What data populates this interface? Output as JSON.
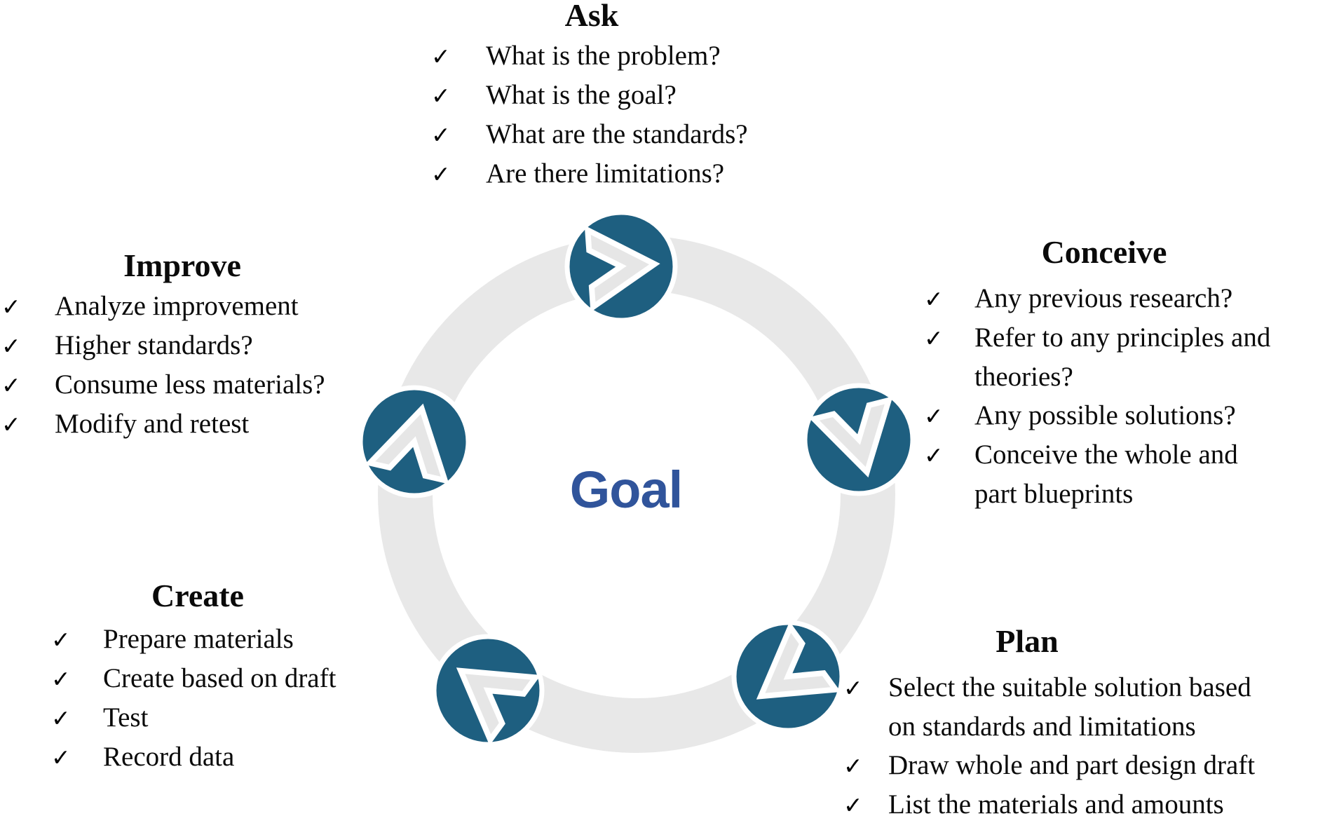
{
  "diagram": {
    "goal_label": "Goal",
    "checkmark": "✓",
    "colors": {
      "node_fill": "#1E5F80",
      "ring": "#E8E8E8",
      "chevron_fill": "#E6E6E6",
      "goal_text": "#30549B",
      "body_text": "#0A0A0A",
      "background": "#FFFFFF"
    },
    "nodes": [
      {
        "stage": "ask",
        "direction": "right"
      },
      {
        "stage": "conceive",
        "direction": "down"
      },
      {
        "stage": "plan",
        "direction": "down-left"
      },
      {
        "stage": "create",
        "direction": "up-left"
      },
      {
        "stage": "improve",
        "direction": "up"
      }
    ],
    "sections": {
      "ask": {
        "title": "Ask",
        "items": [
          [
            "What is the problem?"
          ],
          [
            "What is the goal?"
          ],
          [
            "What are the standards?"
          ],
          [
            "Are there limitations?"
          ]
        ]
      },
      "conceive": {
        "title": "Conceive",
        "items": [
          [
            "Any previous research?"
          ],
          [
            "Refer to any principles and",
            "theories?"
          ],
          [
            "Any possible solutions?"
          ],
          [
            "Conceive the whole and",
            "part blueprints"
          ]
        ]
      },
      "plan": {
        "title": "Plan",
        "items": [
          [
            "Select the suitable solution based",
            "on standards and limitations"
          ],
          [
            "Draw whole and part design draft"
          ],
          [
            "List the materials and amounts"
          ]
        ]
      },
      "create": {
        "title": "Create",
        "items": [
          [
            "Prepare materials"
          ],
          [
            "Create based on draft"
          ],
          [
            "Test"
          ],
          [
            "Record data"
          ]
        ]
      },
      "improve": {
        "title": "Improve",
        "items": [
          [
            "Analyze improvement"
          ],
          [
            "Higher standards?"
          ],
          [
            "Consume less materials?"
          ],
          [
            "Modify and retest"
          ]
        ]
      }
    }
  }
}
